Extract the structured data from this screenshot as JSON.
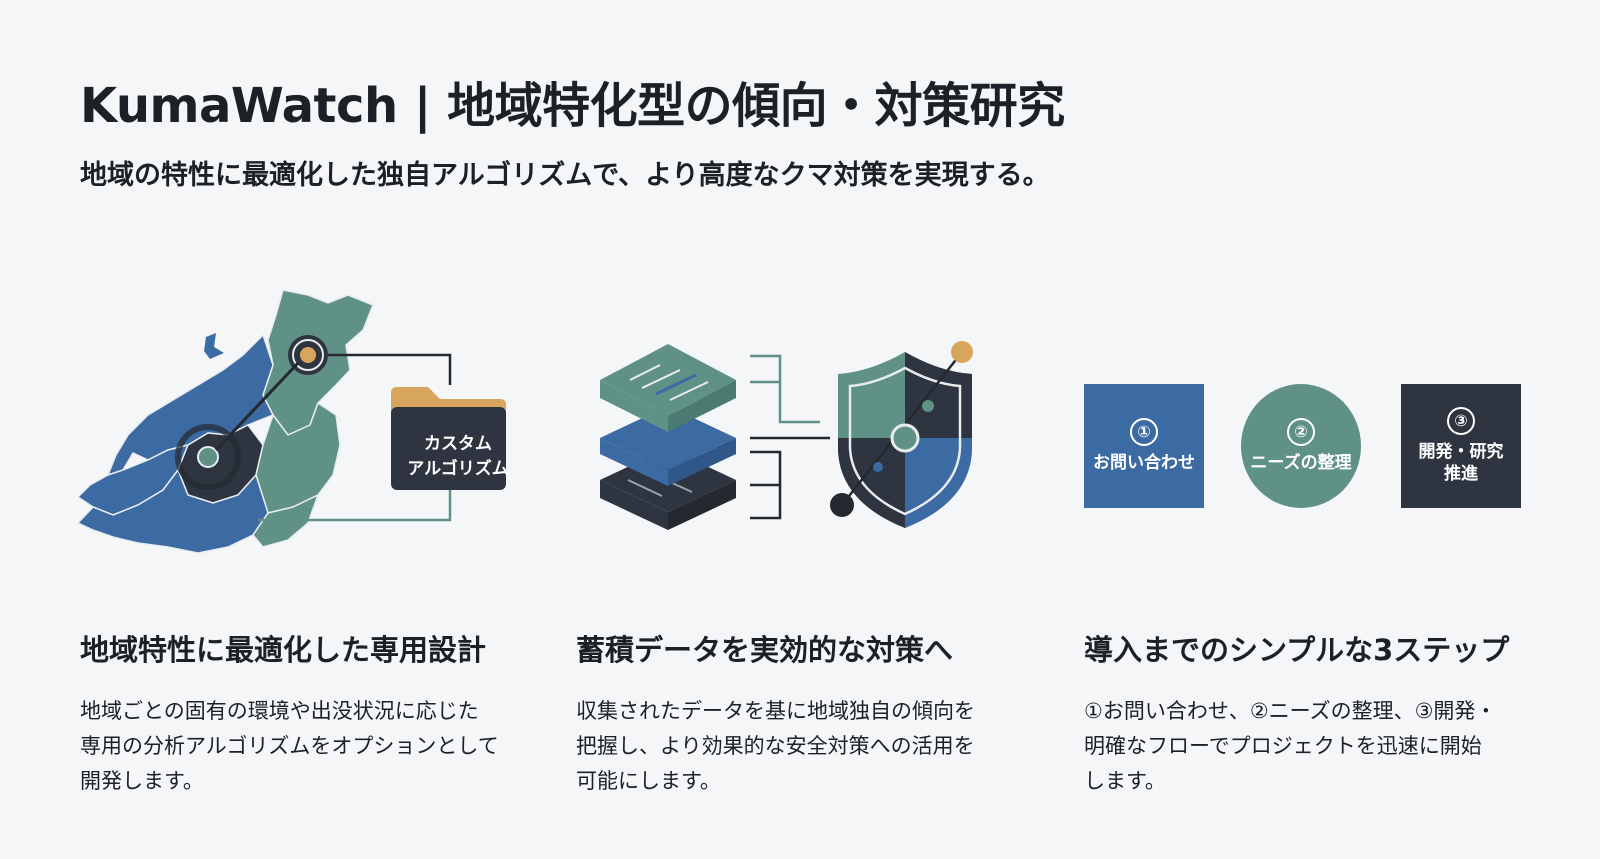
{
  "header": {
    "title": "KumaWatch | 地域特化型の傾向・対策研究",
    "subtitle": "地域の特性に最適化した独自アルゴリズムで、より高度なクマ対策を実現する。"
  },
  "illustration_left": {
    "folder_label": "カスタム\nアルゴリズム"
  },
  "steps": [
    {
      "number": "①",
      "label": "お問い合わせ"
    },
    {
      "number": "②",
      "label": "ニーズの整理"
    },
    {
      "number": "③",
      "label": "開発・研究\n推進"
    }
  ],
  "columns": [
    {
      "heading": "地域特性に最適化した専用設計",
      "lines": [
        "地域ごとの固有の環境や出没状況に応じた",
        "専用の分析アルゴリズムをオプションとして",
        "開発します。"
      ]
    },
    {
      "heading": "蓄積データを実効的な対策へ",
      "lines": [
        "収集されたデータを基に地域独自の傾向を",
        "把握し、より効果的な安全対策への活用を",
        "可能にします。"
      ]
    },
    {
      "heading": "導入までのシンプルな3ステップ",
      "lines": [
        "①お問い合わせ、②ニーズの整理、③開発・",
        "明確なフローでプロジェクトを迅速に開始",
        "します。"
      ]
    }
  ],
  "colors": {
    "blue": "#3c6aa3",
    "teal": "#5f9187",
    "dark": "#2e3440",
    "accent": "#d7a55c"
  }
}
